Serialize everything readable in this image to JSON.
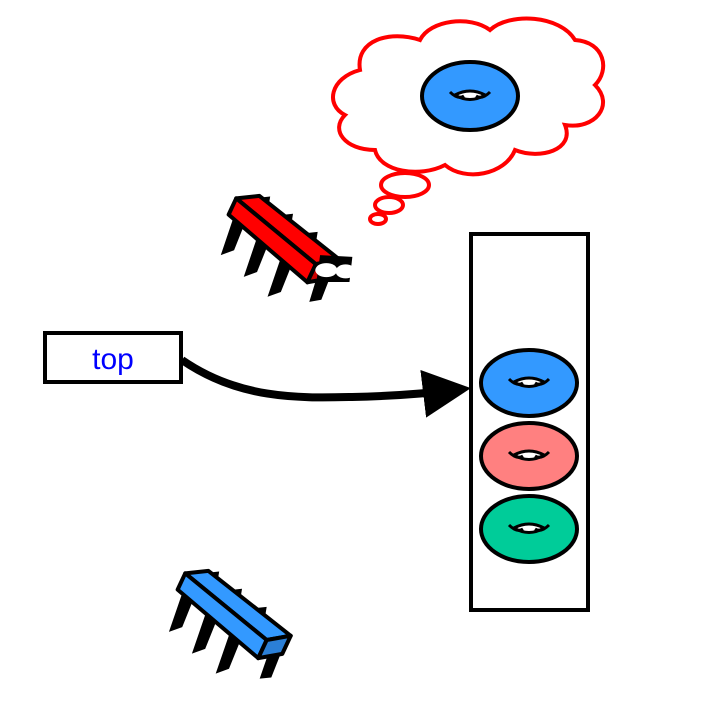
{
  "pointer": {
    "label": "top"
  },
  "stack": {
    "items": [
      {
        "color": "#3399ff",
        "name": "blue-donut"
      },
      {
        "color": "#ff8080",
        "name": "pink-donut"
      },
      {
        "color": "#00cc99",
        "name": "green-donut"
      }
    ]
  },
  "thought": {
    "item_color": "#3399ff"
  },
  "colors": {
    "outline": "#000000",
    "cloud_stroke": "#ff0000",
    "label_text": "#0000ff",
    "red_bug": "#ff0000",
    "blue_bug": "#3399ff",
    "eyes": "#ffffff"
  }
}
